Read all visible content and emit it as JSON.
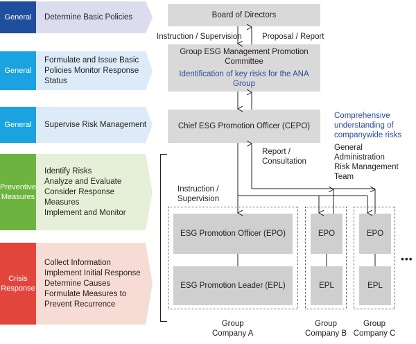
{
  "rows": [
    {
      "category": [
        "General"
      ],
      "text": [
        "Determine Basic Policies"
      ],
      "cat_color": "#1f4e9c",
      "box_color": "#dcdcef"
    },
    {
      "category": [
        "General"
      ],
      "text": [
        "Formulate and Issue Basic",
        "Policies Monitor Response",
        "Status"
      ],
      "cat_color": "#1aa3e0",
      "box_color": "#dcebf7"
    },
    {
      "category": [
        "General"
      ],
      "text": [
        "Supervise Risk Management"
      ],
      "cat_color": "#1aa3e0",
      "box_color": "#dcebf7"
    },
    {
      "category": [
        "Preventive",
        "Measures"
      ],
      "text": [
        "Identify Risks",
        "Analyze and Evaluate",
        "Consider Response",
        "Measures",
        "Implement and Monitor"
      ],
      "cat_color": "#6db33f",
      "box_color": "#e6f0d8"
    },
    {
      "category": [
        "Crisis",
        "Response"
      ],
      "text": [
        "Collect Information",
        "Implement Initial Response",
        "Determine Causes",
        "Formulate Measures to",
        "Prevent Recurrence"
      ],
      "cat_color": "#e2453c",
      "box_color": "#f6dcd4"
    }
  ],
  "board": "Board of Directors",
  "instruction_supervision_1": "Instruction / Supervision",
  "proposal_report": "Proposal / Report",
  "committee": [
    "Group ESG Management Promotion",
    "Committee"
  ],
  "committee_note": [
    "Identification of key risks for the ANA",
    "Group"
  ],
  "cepo": "Chief ESG Promotion Officer (CEPO)",
  "comprehensive": [
    "Comprehensive",
    "understanding of",
    "companywide risks"
  ],
  "admin_team": [
    "General",
    "Administration",
    "Risk Management",
    "Team"
  ],
  "report_consultation": [
    "Report /",
    "Consultation"
  ],
  "instruction_supervision_2": [
    "Instruction /",
    "Supervision"
  ],
  "epo_a": "ESG Promotion Officer (EPO)",
  "epl_a": "ESG Promotion Leader (EPL)",
  "epo": "EPO",
  "epl": "EPL",
  "company_a": [
    "Group",
    "Company A"
  ],
  "company_b": [
    "Group",
    "Company B"
  ],
  "company_c": [
    "Group",
    "Company C"
  ],
  "more": "•••"
}
